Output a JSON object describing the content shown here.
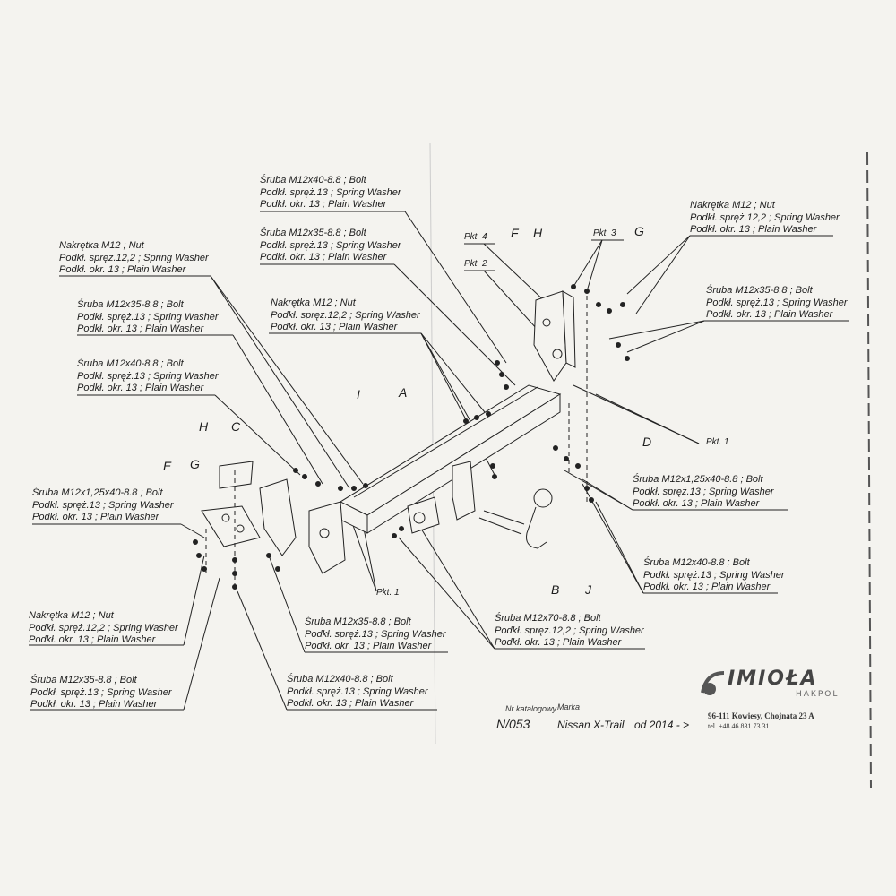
{
  "labels": {
    "bolt_m12x40_top": [
      "Śruba M12x40-8.8 ;  Bolt",
      "Podkł. spręż.13 ; Spring Washer",
      "Podkł. okr. 13 ; Plain Washer"
    ],
    "bolt_m12x35_top": [
      "Śruba M12x35-8.8 ;  Bolt",
      "Podkł. spręż.13 ; Spring Washer",
      "Podkł. okr. 13 ; Plain Washer"
    ],
    "nut_top_left": [
      "Nakrętka  M12 ; Nut",
      "Podkł. spręż.12,2 ; Spring Washer",
      "Podkł. okr. 13 ; Plain Washer"
    ],
    "bolt_m12x35_left": [
      "Śruba M12x35-8.8 ;  Bolt",
      "Podkł. spręż.13 ; Spring Washer",
      "Podkł. okr. 13 ; Plain Washer"
    ],
    "nut_center": [
      "Nakrętka  M12 ; Nut",
      "Podkł. spręż.12,2 ; Spring Washer",
      "Podkł. okr. 13 ; Plain Washer"
    ],
    "bolt_m12x40_left": [
      "Śruba M12x40-8.8 ;  Bolt",
      "Podkł. spręż.13 ; Spring Washer",
      "Podkł. okr. 13 ; Plain Washer"
    ],
    "bolt_m12x125x40_left": [
      "Śruba M12x1,25x40-8.8 ;  Bolt",
      "Podkł. spręż.13 ; Spring Washer",
      "Podkł. okr. 13 ; Plain Washer"
    ],
    "nut_top_right": [
      "Nakrętka  M12 ; Nut",
      "Podkł. spręż.12,2 ; Spring Washer",
      "Podkł. okr. 13 ; Plain Washer"
    ],
    "bolt_m12x35_right": [
      "Śruba M12x35-8.8 ;  Bolt",
      "Podkł. spręż.13 ; Spring Washer",
      "Podkł. okr. 13 ; Plain Washer"
    ],
    "bolt_m12x125x40_right": [
      "Śruba M12x1,25x40-8.8 ;  Bolt",
      "Podkł. spręż.13 ; Spring Washer",
      "Podkł. okr. 13 ; Plain Washer"
    ],
    "bolt_m12x40_right": [
      "Śruba M12x40-8.8 ;  Bolt",
      "Podkł. spręż.13 ; Spring Washer",
      "Podkł. okr. 13 ; Plain Washer"
    ],
    "nut_bottom_left": [
      "Nakrętka  M12 ; Nut",
      "Podkł. spręż.12,2 ; Spring Washer",
      "Podkł. okr. 13 ; Plain Washer"
    ],
    "bolt_m12x35_bottom_left": [
      "Śruba M12x35-8.8 ;  Bolt",
      "Podkł. spręż.13 ; Spring Washer",
      "Podkł. okr. 13 ; Plain Washer"
    ],
    "bolt_m12x35_bottom_mid": [
      "Śruba M12x35-8.8 ;  Bolt",
      "Podkł. spręż.13 ; Spring Washer",
      "Podkł. okr. 13 ; Plain Washer"
    ],
    "bolt_m12x40_bottom_mid": [
      "Śruba M12x40-8.8 ;  Bolt",
      "Podkł. spręż.13 ; Spring Washer",
      "Podkł. okr. 13 ; Plain Washer"
    ],
    "bolt_m12x70": [
      "Śruba M12x70-8.8 ;  Bolt",
      "Podkł. spręż.12,2 ; Spring Washer",
      "Podkł. okr. 13 ; Plain Washer"
    ]
  },
  "markers": {
    "A": "A",
    "B": "B",
    "C": "C",
    "D": "D",
    "E": "E",
    "F": "F",
    "G": "G",
    "H": "H",
    "I": "I",
    "J": "J"
  },
  "points": {
    "pkt1": "Pkt. 1",
    "pkt2": "Pkt. 2",
    "pkt3": "Pkt. 3",
    "pkt4": "Pkt. 4"
  },
  "footer": {
    "catalog_label": "Nr katalogowy",
    "catalog_number": "N/053",
    "make_label": "Marka",
    "model": "Nissan X-Trail",
    "years": "od 2014 - >",
    "brand": "IMIOŁA",
    "brand_sub": "HAKPOL",
    "address": "96-111 Kowiesy, Chojnata 23 A",
    "phone": "tel. +48 46 831 73 31"
  },
  "colors": {
    "paper": "#f4f3ef",
    "ink": "#1e1e1e"
  }
}
